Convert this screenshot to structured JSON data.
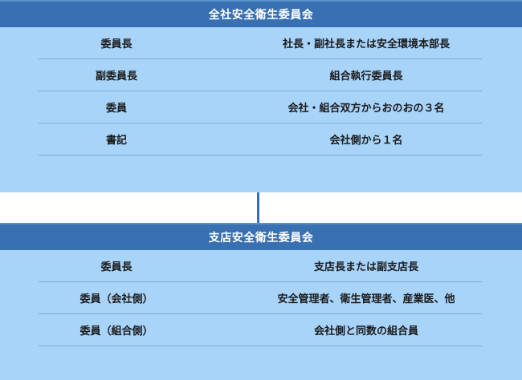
{
  "colors": {
    "header_bg": "#3870b2",
    "header_top_border": "#5c91cc",
    "panel_bg": "#a8d4fa",
    "separator": "#7fa9d4",
    "header_text": "#ffffff",
    "body_text": "#1a1a1a",
    "connector": "#3870b2"
  },
  "panels": [
    {
      "id": "company-wide-safety-health-committee",
      "title": "全社安全衛生委員会",
      "rows": [
        {
          "label": "委員長",
          "value": "社長・副社長または安全環境本部長"
        },
        {
          "label": "副委員長",
          "value": "組合執行委員長"
        },
        {
          "label": "委員",
          "value": "会社・組合双方からおのおの３名"
        },
        {
          "label": "書記",
          "value": "会社側から１名"
        }
      ]
    },
    {
      "id": "branch-safety-health-committee",
      "title": "支店安全衛生委員会",
      "rows": [
        {
          "label": "委員長",
          "value": "支店長または副支店長"
        },
        {
          "label": "委員（会社側）",
          "value": "安全管理者、衛生管理者、産業医、他"
        },
        {
          "label": "委員（組合側）",
          "value": "会社側と同数の組合員"
        }
      ]
    }
  ]
}
